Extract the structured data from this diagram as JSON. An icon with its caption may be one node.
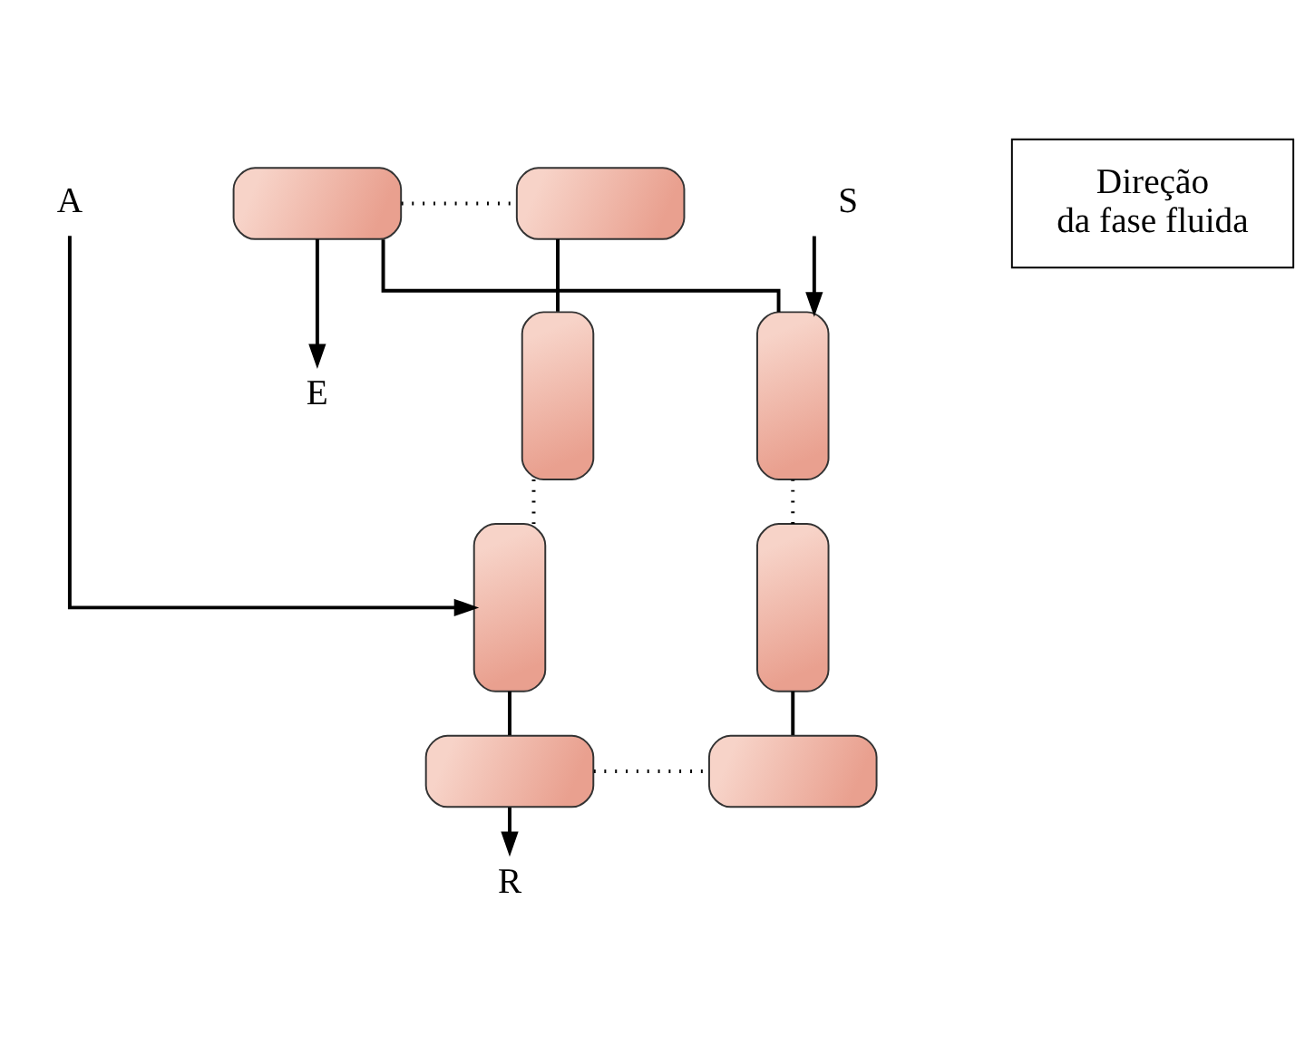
{
  "diagram": {
    "nodes": [
      {
        "text": [],
        "shape": "box"
      },
      {
        "text": [],
        "shape": "box"
      },
      {
        "text": [],
        "shape": "box"
      },
      {
        "text": [],
        "shape": "box"
      },
      {
        "text": [],
        "shape": "box"
      },
      {
        "text": [],
        "shape": "box"
      },
      {
        "text": [],
        "shape": "box"
      },
      {
        "text": [],
        "shape": "box"
      },
      {
        "text": [
          "S"
        ]
      },
      {
        "text": [
          "E"
        ]
      },
      {
        "text": [
          "A"
        ]
      },
      {
        "text": [
          "R"
        ]
      }
    ],
    "edges": [
      {
        "from": 0,
        "to": 1,
        "arrow": "none",
        "style": "dashed"
      },
      {
        "from": 1,
        "to": 3,
        "arrow": "none"
      },
      {
        "from": 3,
        "to": 5,
        "arrow": "none",
        "style": "dashed"
      },
      {
        "from": 5,
        "to": 7,
        "arrow": "none"
      },
      {
        "from": 7,
        "to": 6,
        "arrow": "none",
        "style": "dashed"
      },
      {
        "from": 6,
        "to": 4,
        "arrow": "none"
      },
      {
        "from": 4,
        "to": 2,
        "arrow": "none",
        "style": "dashed"
      },
      {
        "from": 2,
        "to": 0,
        "arrow": "none"
      },
      {
        "from": 8,
        "to": 2,
        "arrow": "to"
      },
      {
        "from": 0,
        "to": 9,
        "arrow": "to"
      },
      {
        "from": 10,
        "to": 5,
        "arrow": "to"
      },
      {
        "from": 7,
        "to": 11,
        "arrow": "to"
      }
    ],
    "labels": [
      "Direção da fase fluida"
    ]
  }
}
